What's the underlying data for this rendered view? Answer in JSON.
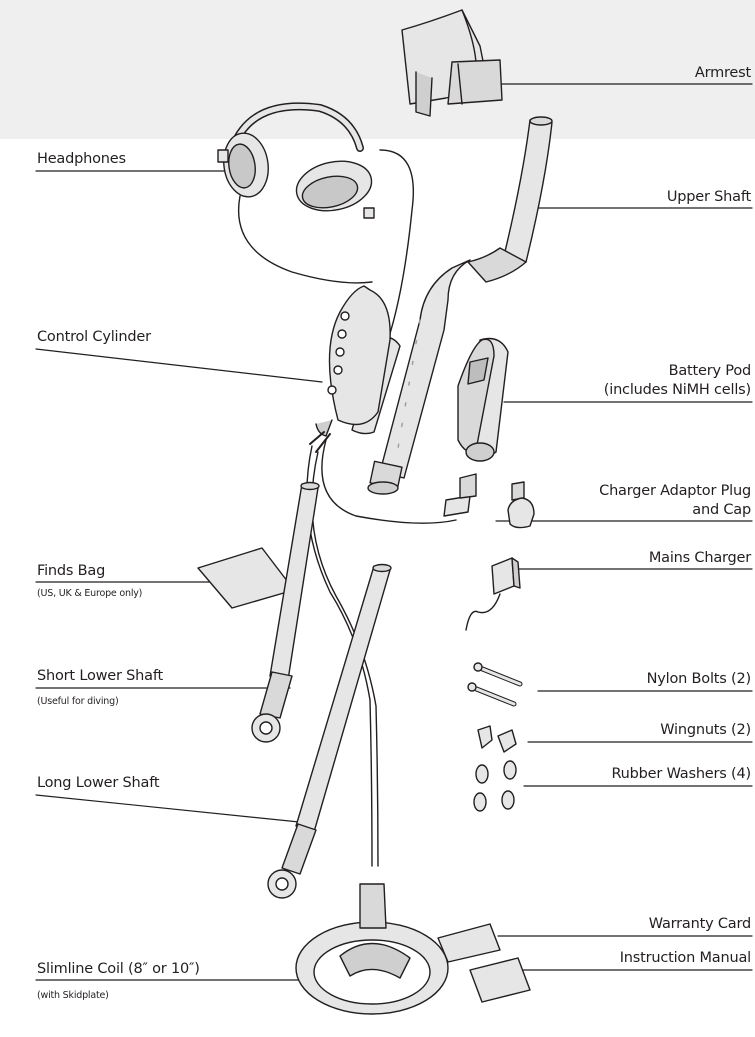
{
  "colors": {
    "top_band": "#efefef",
    "ink": "#231f20",
    "part_fill": "#e6e6e6",
    "part_shade": "#bdbdbd"
  },
  "parts": {
    "armrest": "Armrest",
    "headphones": "Headphones",
    "upper_shaft": "Upper Shaft",
    "control_cylinder": "Control Cylinder",
    "battery_pod_1": "Battery Pod",
    "battery_pod_2": "(includes NiMH cells)",
    "charger_adaptor_1": "Charger Adaptor Plug",
    "charger_adaptor_2": "and Cap",
    "finds_bag": "Finds Bag",
    "finds_bag_note": "(US, UK & Europe only)",
    "mains_charger": "Mains Charger",
    "short_lower_shaft": "Short Lower Shaft",
    "short_lower_shaft_note": "(Useful for diving)",
    "nylon_bolts": "Nylon Bolts (2)",
    "wingnuts": "Wingnuts (2)",
    "long_lower_shaft": "Long Lower Shaft",
    "rubber_washers": "Rubber Washers (4)",
    "warranty_card": "Warranty Card",
    "instruction_manual": "Instruction Manual",
    "slimline_coil": "Slimline Coil (8″ or 10″)",
    "slimline_coil_note": "(with Skidplate)"
  }
}
